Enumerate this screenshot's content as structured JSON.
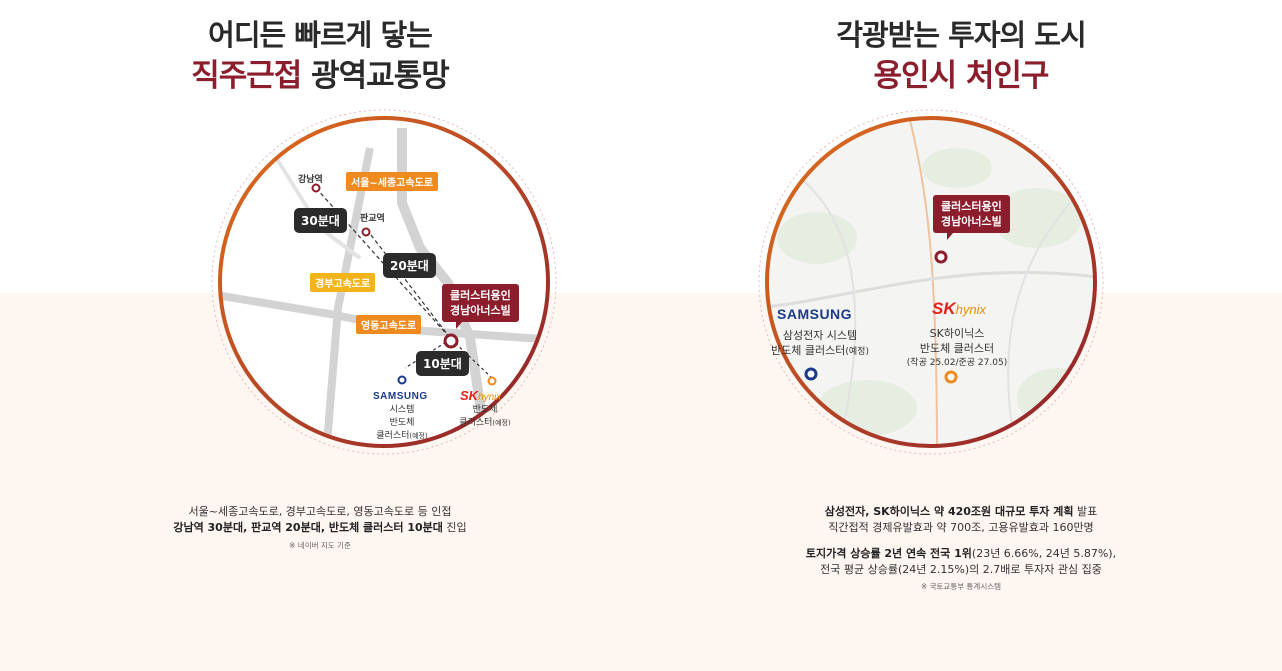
{
  "left": {
    "heading_line1": "어디든 빠르게 닿는",
    "heading_accent": "직주근접",
    "heading_rest": " 광역교통망",
    "map": {
      "station_gangnam": "강남역",
      "station_pangyo": "판교역",
      "time_30": "30분대",
      "time_20": "20분대",
      "time_10": "10분대",
      "road_seoul_sejong": "서울~세종고속도로",
      "road_gyeongbu": "경부고속도로",
      "road_yeongdong": "영동고속도로",
      "pin_line1": "클러스터용인",
      "pin_line2": "경남아너스빌",
      "samsung_logo": "SAMSUNG",
      "samsung_desc_1": "시스템",
      "samsung_desc_2": "반도체",
      "samsung_desc_3": "클러스터",
      "samsung_desc_note": "(예정)",
      "sk_logo_sk": "SK",
      "sk_logo_hynix": "hynix",
      "sk_desc_1": "반도체",
      "sk_desc_2": "클러스터",
      "sk_desc_note": "(예정)"
    },
    "caption_line1": "서울~세종고속도로, 경부고속도로, 영동고속도로 등 인접",
    "caption_line2_bold": "강남역 30분대, 판교역 20분대, 반도체 클러스터 10분대",
    "caption_line2_rest": " 진입",
    "note": "※ 네이버 지도 기준"
  },
  "right": {
    "heading_line1": "각광받는 투자의 도시",
    "heading_accent": "용인시 처인구",
    "map": {
      "pin_line1": "클러스터용인",
      "pin_line2": "경남아너스빌",
      "samsung_logo": "SAMSUNG",
      "samsung_desc_1": "삼성전자 시스템",
      "samsung_desc_2": "반도체 클러스터",
      "samsung_desc_note": "(예정)",
      "sk_logo_sk": "SK",
      "sk_logo_hynix": "hynix",
      "sk_desc_1": "SK하이닉스",
      "sk_desc_2": "반도체 클러스터",
      "sk_desc_3": "(착공 25.02/준공 27.05)"
    },
    "caption_p1_bold": "삼성전자, SK하이닉스 약 420조원 대규모 투자 계획",
    "caption_p1_rest": " 발표",
    "caption_p1_line2": "직간접적 경제유발효과 약 700조, 고용유발효과 160만명",
    "caption_p2_bold": "토지가격 상승률 2년 연속 전국 1위",
    "caption_p2_rest": "(23년 6.66%, 24년 5.87%),",
    "caption_p2_line2": "전국 평균 상승률(24년 2.15%)의 2.7배로 투자자 관심 집중",
    "note": "※ 국토교통부 통계시스템"
  },
  "colors": {
    "accent": "#8c1d2c",
    "ring_orange": "#e2711d",
    "road_orange": "#ef8a1e",
    "road_yellow": "#f2b418",
    "samsung_blue": "#1b3a8c"
  }
}
